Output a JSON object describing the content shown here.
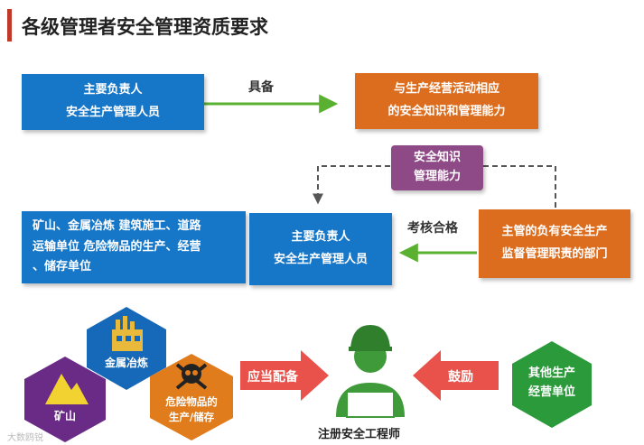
{
  "title": "各级管理者安全管理资质要求",
  "row1": {
    "left_box": [
      "主要负责人",
      "安全生产管理人员"
    ],
    "arrow_label": "具备",
    "right_box": [
      "与生产经营活动相应",
      "的安全知识和管理能力"
    ]
  },
  "middle_purple": [
    "安全知识",
    "管理能力"
  ],
  "row2": {
    "units_box": [
      "矿山、金属冶炼 建筑施工、道路",
      "运输单位 危险物品的生产、经营",
      "、储存单位"
    ],
    "center_box": [
      "主要负责人",
      "安全生产管理人员"
    ],
    "arrow_label": "考核合格",
    "dept_box": [
      "主管的负有安全生产",
      "监督管理职责的部门"
    ]
  },
  "bottom": {
    "hex_metal": "金属冶炼",
    "hex_mine": "矿山",
    "hex_hazard": [
      "危险物品的",
      "生产/储存"
    ],
    "arrow_left_label": "应当配备",
    "engineer_label": "注册安全工程师",
    "arrow_right_label": "鼓励",
    "other_units": [
      "其他生产",
      "经营单位"
    ]
  },
  "watermark": "大数鸥锐",
  "colors": {
    "blue": "#1677c9",
    "orange": "#dc6d1e",
    "purple": "#8e4a86",
    "green": "#5ab030",
    "red_arrow": "#e8524a",
    "hex_blue": "#1668b8",
    "hex_purple": "#6a2b87",
    "hex_orange": "#e07c1c",
    "engineer_green": "#3f9a3a",
    "other_hex": "#2a9a3a"
  }
}
